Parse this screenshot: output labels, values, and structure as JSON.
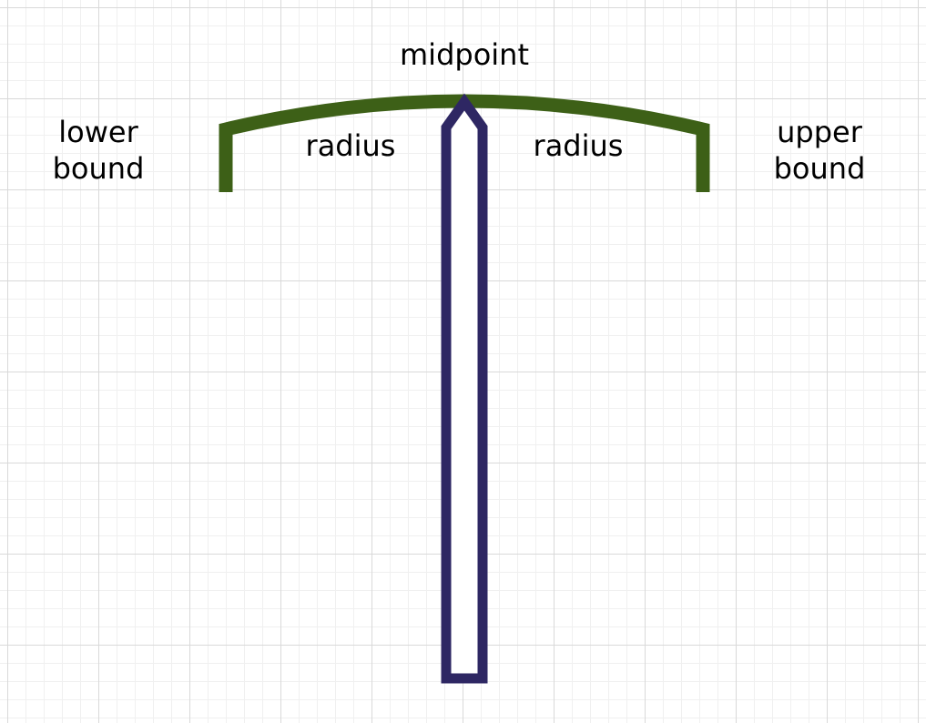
{
  "labels": {
    "midpoint": "midpoint",
    "radius_left": "radius",
    "radius_right": "radius",
    "lower_bound_line1": "lower",
    "lower_bound_line2": "bound",
    "upper_bound_line1": "upper",
    "upper_bound_line2": "bound"
  },
  "colors": {
    "bracket": "#3d6017",
    "arrow": "#2e2763",
    "grid_major": "#d9d9d9",
    "grid_minor": "#f0f0f0",
    "text": "#000000"
  }
}
